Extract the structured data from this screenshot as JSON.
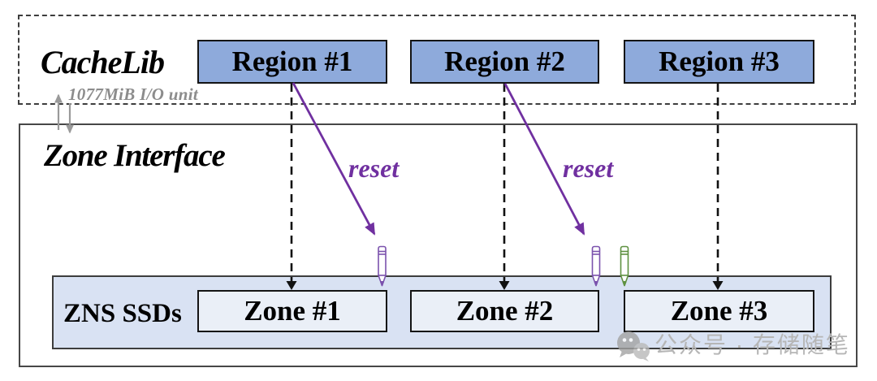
{
  "diagram": {
    "cachelib": {
      "title": "CacheLib",
      "io_unit_label": "1077MiB I/O unit",
      "regions": [
        "Region #1",
        "Region #2",
        "Region #3"
      ]
    },
    "zone_interface": {
      "title": "Zone Interface",
      "reset_label_1": "reset",
      "reset_label_2": "reset"
    },
    "zns": {
      "title": "ZNS SSDs",
      "zones": [
        "Zone #1",
        "Zone #2",
        "Zone #3"
      ]
    },
    "watermark": {
      "text": "公众号 · 存储随笔"
    },
    "colors": {
      "region_fill": "#8EAADB",
      "zns_fill": "#D9E2F3",
      "zone_fill": "#EAEFF7",
      "reset_purple": "#7030A0",
      "pencil_purple": "#7B52AD",
      "pencil_green": "#5F9141",
      "io_arrow_gray": "#9A9A9A",
      "watermark_gray": "#B6B6B6"
    }
  }
}
